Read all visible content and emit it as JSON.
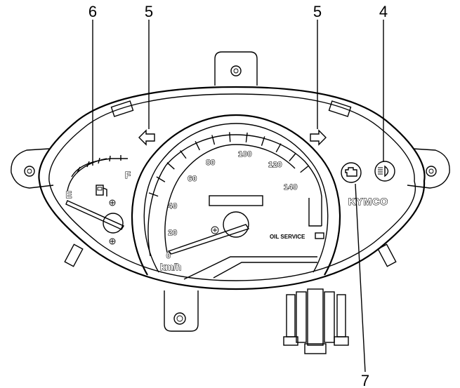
{
  "callouts": [
    {
      "id": "6",
      "target": "fuel-gauge"
    },
    {
      "id": "5",
      "target": "left-turn-indicator"
    },
    {
      "id": "5",
      "target": "right-turn-indicator"
    },
    {
      "id": "4",
      "target": "high-beam-indicator"
    },
    {
      "id": "7",
      "target": "engine-check-indicator"
    }
  ],
  "speedometer": {
    "unit": "km/h",
    "labels": [
      "0",
      "20",
      "40",
      "60",
      "80",
      "100",
      "120",
      "140"
    ]
  },
  "fuel_gauge": {
    "empty_label": "E",
    "full_label": "F"
  },
  "brand": "KYMCO",
  "oil_service_label": "OIL SERVICE",
  "icons": [
    "left-turn-arrow-icon",
    "right-turn-arrow-icon",
    "high-beam-icon",
    "engine-check-icon",
    "fuel-pump-icon",
    "screw-icon"
  ]
}
